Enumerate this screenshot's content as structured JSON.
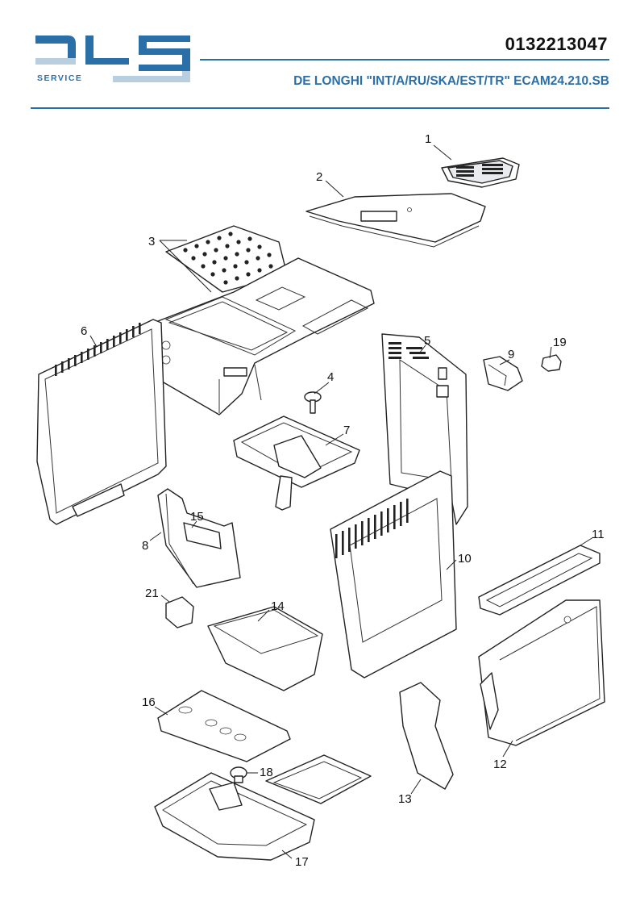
{
  "header": {
    "part_number": "0132213047",
    "model_title": "DE LONGHI \"INT/A/RU/SKA/EST/TR\" ECAM24.210.SB",
    "logo_text": "SERVICE"
  },
  "colors": {
    "brand_blue": "#2a6fa8",
    "logo_light": "#b9cfe0"
  },
  "callouts": [
    {
      "id": "1",
      "label": "1"
    },
    {
      "id": "2",
      "label": "2"
    },
    {
      "id": "3",
      "label": "3"
    },
    {
      "id": "4",
      "label": "4"
    },
    {
      "id": "5",
      "label": "5"
    },
    {
      "id": "6",
      "label": "6"
    },
    {
      "id": "7",
      "label": "7"
    },
    {
      "id": "8",
      "label": "8"
    },
    {
      "id": "9",
      "label": "9"
    },
    {
      "id": "10",
      "label": "10"
    },
    {
      "id": "11",
      "label": "11"
    },
    {
      "id": "12",
      "label": "12"
    },
    {
      "id": "13",
      "label": "13"
    },
    {
      "id": "14",
      "label": "14"
    },
    {
      "id": "15",
      "label": "15"
    },
    {
      "id": "16",
      "label": "16"
    },
    {
      "id": "17",
      "label": "17"
    },
    {
      "id": "18",
      "label": "18"
    },
    {
      "id": "19",
      "label": "19"
    },
    {
      "id": "21",
      "label": "21"
    }
  ]
}
